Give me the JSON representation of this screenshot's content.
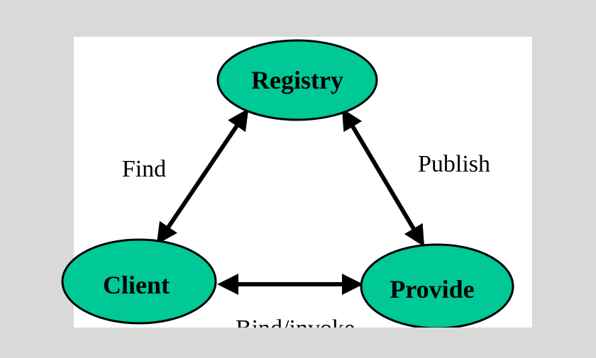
{
  "nodes": {
    "registry": "Registry",
    "client": "Client",
    "provider": "Provide"
  },
  "edges": {
    "find": "Find",
    "publish": "Publish",
    "bind": "Bind/invoke"
  },
  "colors": {
    "node_fill": "#00c896",
    "node_stroke": "#000000",
    "canvas": "#ffffff",
    "background": "#d9d9d9",
    "arrow": "#000000"
  }
}
